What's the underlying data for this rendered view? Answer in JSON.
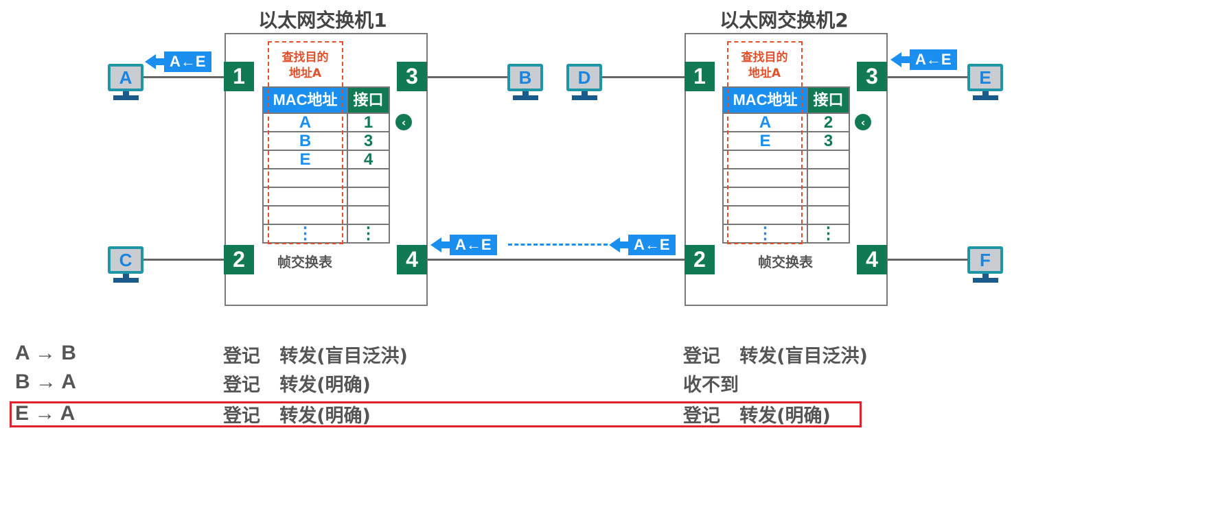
{
  "switches": [
    {
      "title": "以太网交换机1",
      "ports": [
        "1",
        "2",
        "3",
        "4"
      ],
      "lookup": [
        "查找目的",
        "地址A"
      ],
      "table": {
        "headers": [
          "MAC地址",
          "接口"
        ],
        "rows": [
          [
            "A",
            "1"
          ],
          [
            "B",
            "3"
          ],
          [
            "E",
            "4"
          ],
          [
            "",
            ""
          ],
          [
            "",
            ""
          ],
          [
            "",
            ""
          ],
          [
            "⋮",
            "⋮"
          ]
        ]
      },
      "caption": "帧交换表"
    },
    {
      "title": "以太网交换机2",
      "ports": [
        "1",
        "2",
        "3",
        "4"
      ],
      "lookup": [
        "查找目的",
        "地址A"
      ],
      "table": {
        "headers": [
          "MAC地址",
          "接口"
        ],
        "rows": [
          [
            "A",
            "2"
          ],
          [
            "E",
            "3"
          ],
          [
            "",
            ""
          ],
          [
            "",
            ""
          ],
          [
            "",
            ""
          ],
          [
            "",
            ""
          ],
          [
            "⋮",
            "⋮"
          ]
        ]
      },
      "caption": "帧交换表"
    }
  ],
  "hosts": {
    "A": "A",
    "B": "B",
    "C": "C",
    "D": "D",
    "E": "E",
    "F": "F"
  },
  "frame_label": "A←E",
  "chevron": "‹",
  "summary": [
    {
      "flow": "A → B",
      "switch1": "登记   转发(盲目泛洪)",
      "switch2": "登记   转发(盲目泛洪)"
    },
    {
      "flow": "B → A",
      "switch1": "登记   转发(明确)",
      "switch2": "收不到"
    },
    {
      "flow": "E → A",
      "switch1": "登记   转发(明确)",
      "switch2": "登记   转发(明确)"
    }
  ],
  "colors": {
    "port": "#127a52",
    "mac": "#1a8ff0",
    "lookup": "#e0502a",
    "highlight": "#e0202a"
  }
}
